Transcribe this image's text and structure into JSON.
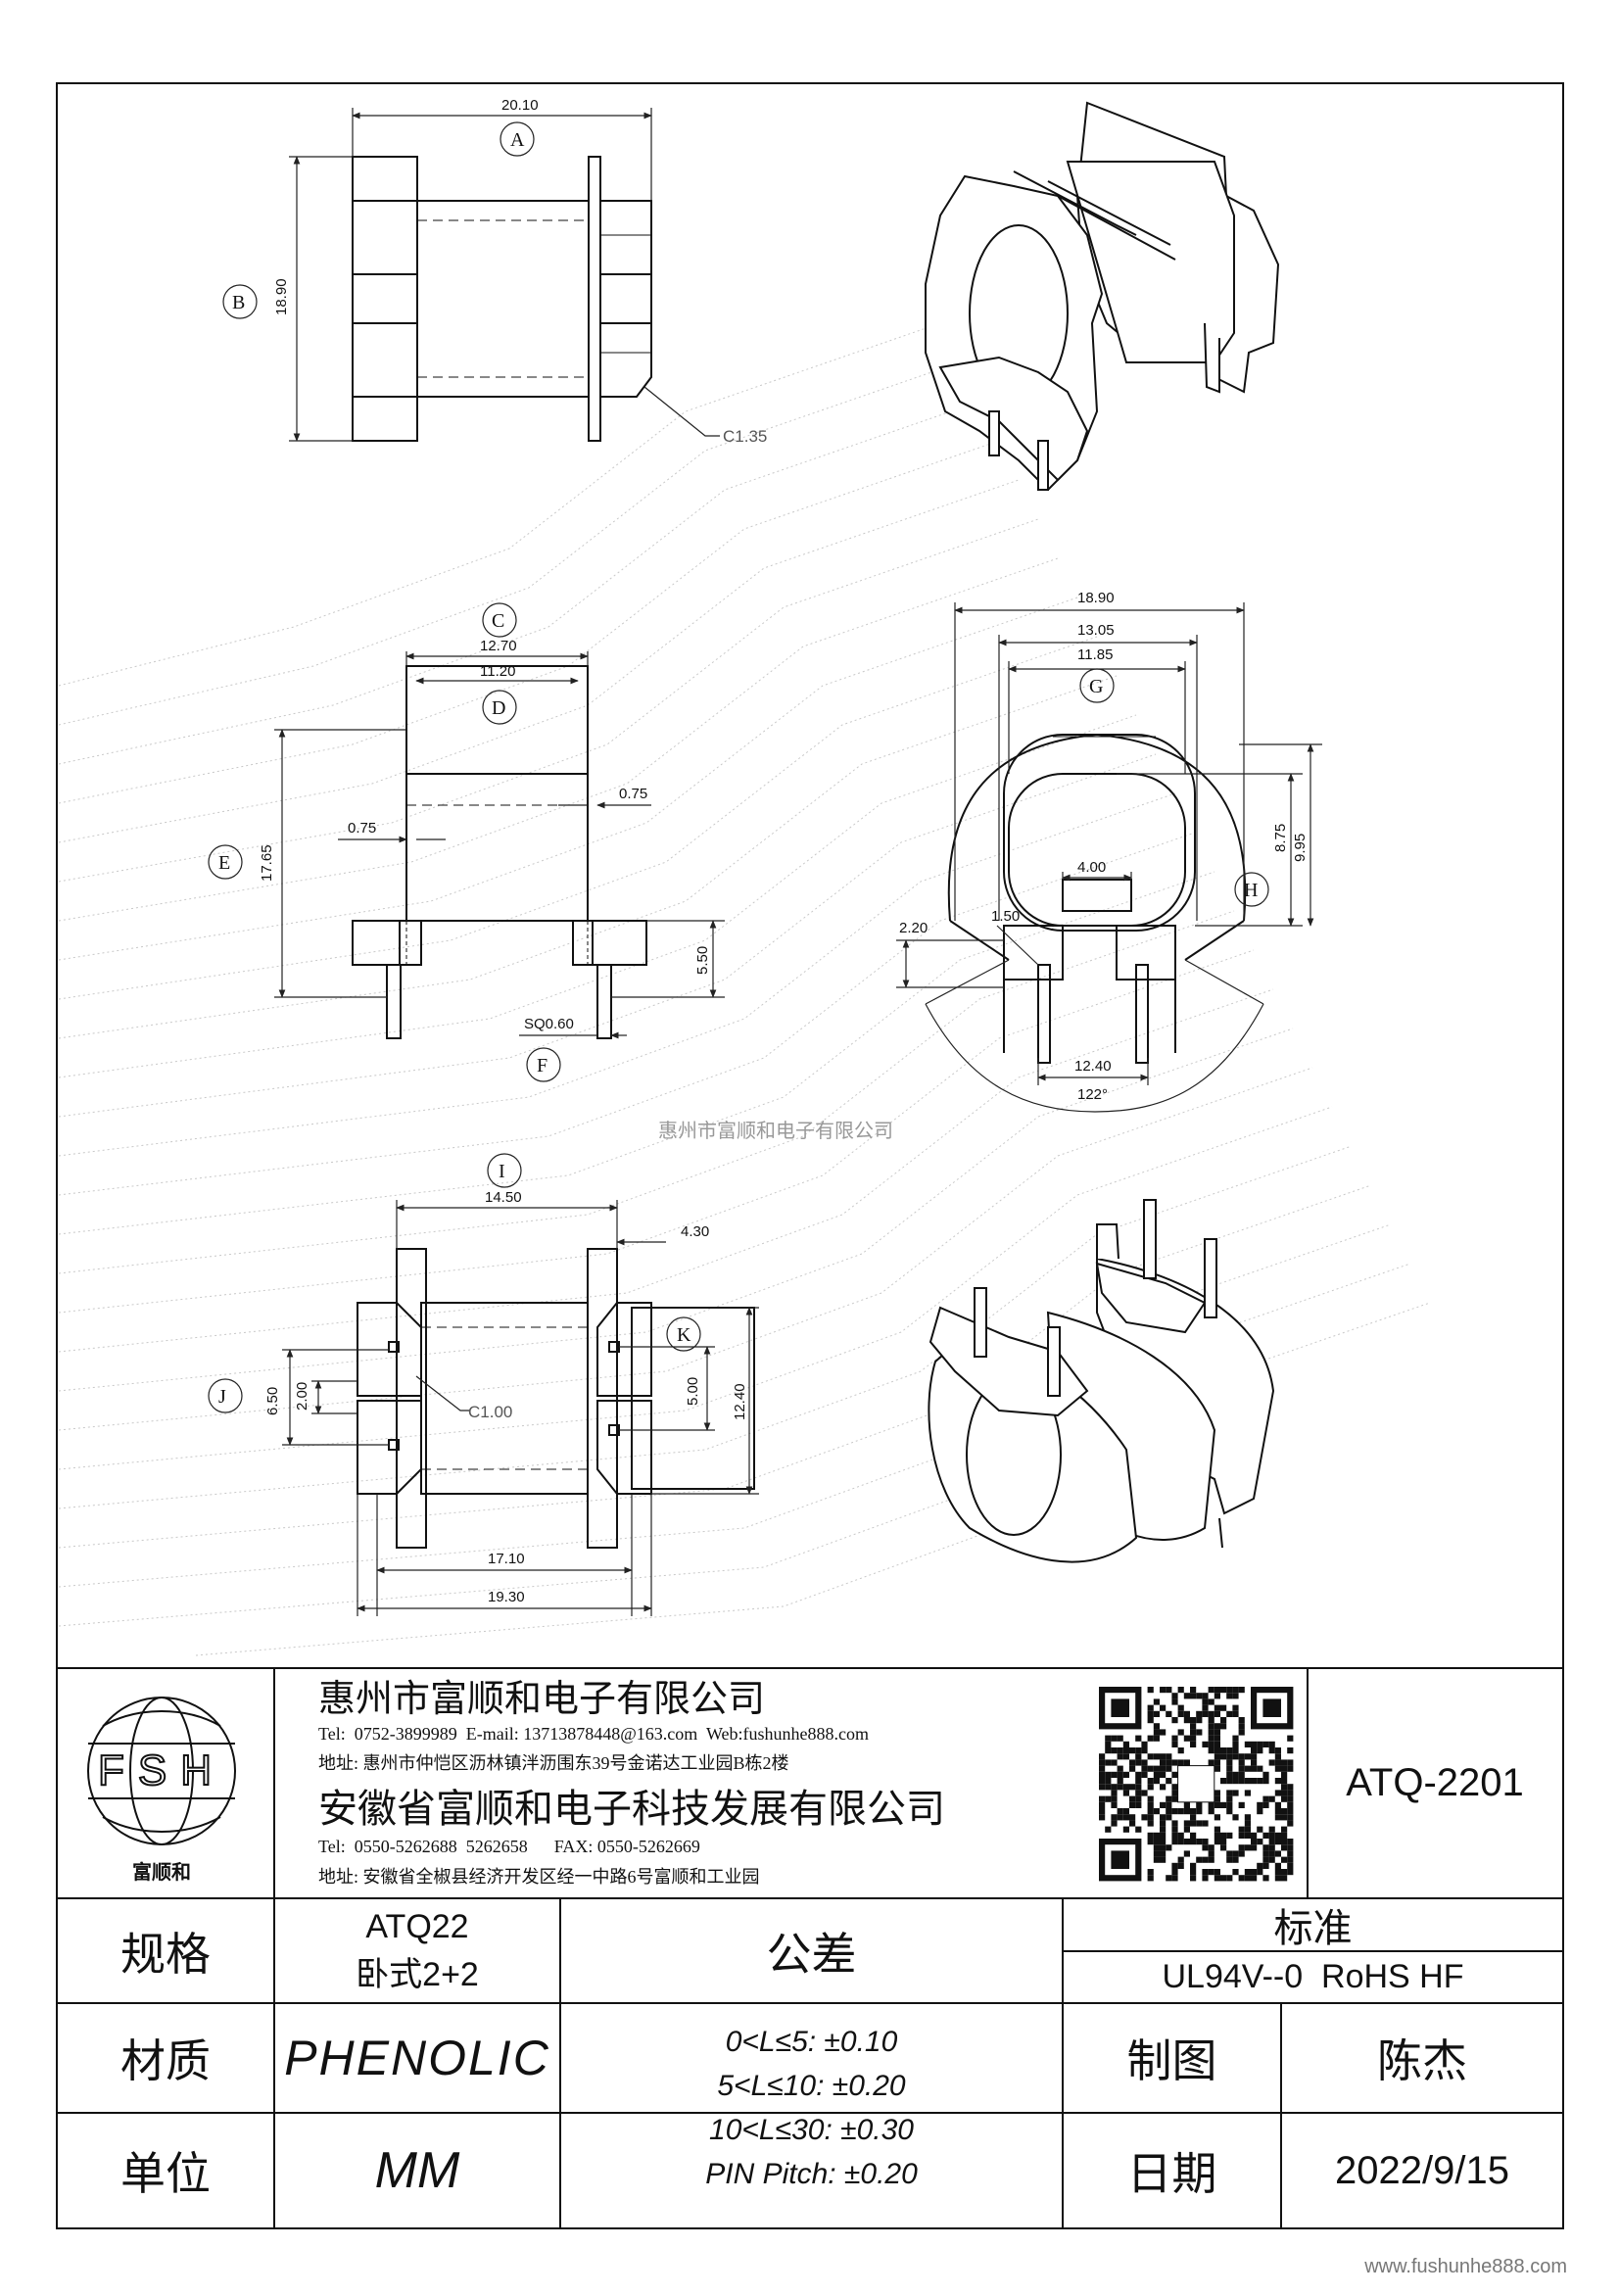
{
  "drawing": {
    "views": {
      "top_left": {
        "dim_A": "20.10",
        "label_A": "A",
        "dim_B": "18.90",
        "label_B": "B",
        "chamfer": "C1.35"
      },
      "mid_left": {
        "dim_C": "12.70",
        "label_C": "C",
        "dim_D": "11.20",
        "label_D": "D",
        "wall_left": "0.75",
        "wall_right": "0.75",
        "dim_E": "17.65",
        "label_E": "E",
        "pin_height": "5.50",
        "pin_size": "SQ0.60",
        "label_F": "F"
      },
      "mid_right": {
        "width_outer": "18.90",
        "width_mid": "13.05",
        "width_inner": "11.85",
        "label_G": "G",
        "height_a": "8.75",
        "height_b": "9.95",
        "label_H": "H",
        "slot": "4.00",
        "step_a": "2.20",
        "step_b": "1.50",
        "pin_span": "12.40",
        "angle": "122°"
      },
      "bottom_left": {
        "dim_I": "14.50",
        "label_I": "I",
        "dim_top_right": "4.30",
        "label_J": "J",
        "dim_J": "6.50",
        "dim_inner": "2.00",
        "chamfer": "C1.00",
        "label_K": "K",
        "dim_K": "5.00",
        "dim_total": "12.40",
        "dim_bottom_a": "17.10",
        "dim_bottom_b": "19.30"
      }
    },
    "watermark": "惠州市富顺和电子有限公司"
  },
  "title_block": {
    "logo_text": "FSH",
    "logo_caption": "富顺和",
    "company1": "惠州市富顺和电子有限公司",
    "company1_contact": "Tel:  0752-3899989  E-mail: 13713878448@163.com  Web:fushunhe888.com",
    "company1_address": "地址: 惠州市仲恺区沥林镇泮沥围东39号金诺达工业园B栋2楼",
    "company2": "安徽省富顺和电子科技发展有限公司",
    "company2_contact": "Tel:  0550-5262688  5262658      FAX: 0550-5262669",
    "company2_address": "地址: 安徽省全椒县经济开发区经一中路6号富顺和工业园",
    "part_number": "ATQ-2201",
    "spec_label": "规格",
    "spec_value_1": "ATQ22",
    "spec_value_2": "卧式2+2",
    "tolerance_label": "公差",
    "standard_label": "标准",
    "standard_value": "UL94V--0  RoHS HF",
    "material_label": "材质",
    "material_value": "PHENOLIC",
    "tolerance_lines": [
      "0<L≤5: ±0.10",
      "5<L≤10: ±0.20",
      "10<L≤30: ±0.30",
      "PIN Pitch: ±0.20"
    ],
    "drawn_label": "制图",
    "drawn_value": "陈杰",
    "unit_label": "单位",
    "unit_value": "MM",
    "date_label": "日期",
    "date_value": "2022/9/15"
  },
  "footer_url": "www.fushunhe888.com"
}
